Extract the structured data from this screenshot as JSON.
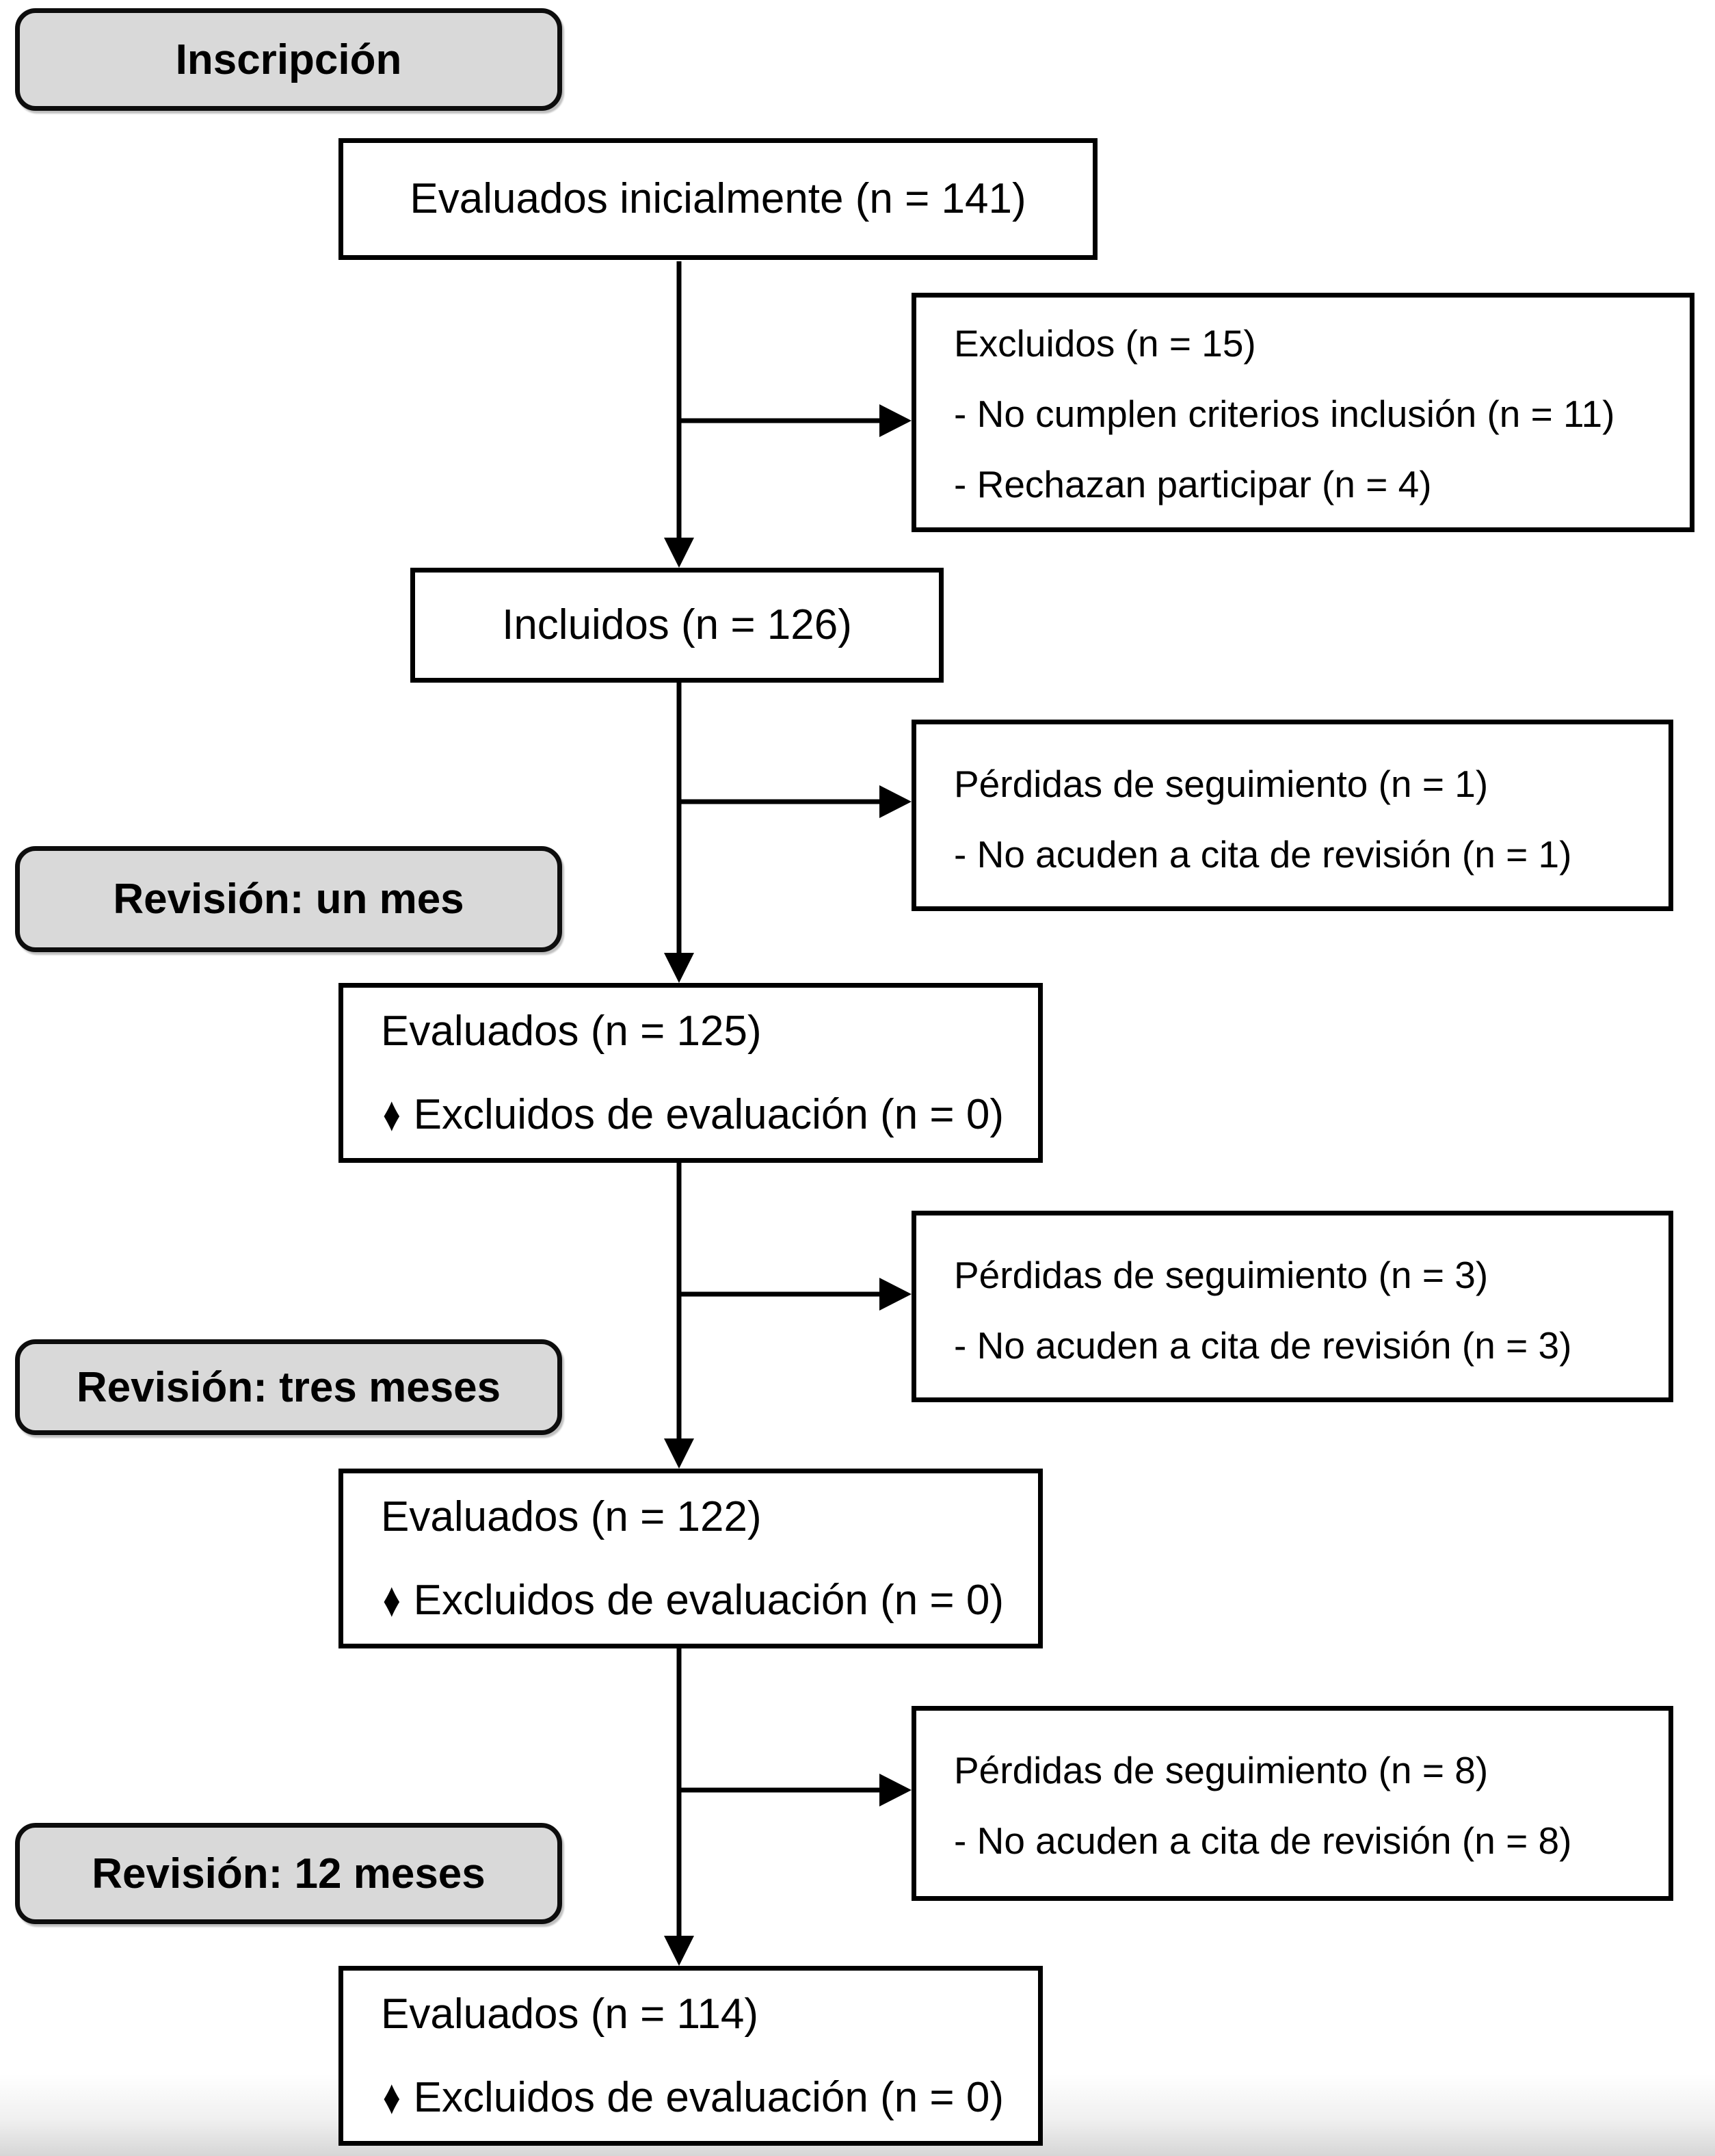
{
  "colors": {
    "page-bg": "#ffffff",
    "box-bg": "#ffffff",
    "box-border": "#000000",
    "stage-bg": "#d9d9d9",
    "stage-border": "#0d0d0d",
    "text": "#000000",
    "connector": "#000000"
  },
  "stages": [
    {
      "label": "Inscripción"
    },
    {
      "label": "Revisión: un mes"
    },
    {
      "label": "Revisión: tres meses"
    },
    {
      "label": "Revisión: 12 meses"
    }
  ],
  "boxes": {
    "initial": {
      "text": "Evaluados inicialmente (n = 141)"
    },
    "excluded": {
      "lines": [
        "Excluidos (n = 15)",
        "- No cumplen criterios inclusión (n = 11)",
        "- Rechazan participar (n = 4)"
      ]
    },
    "included": {
      "text": "Incluidos (n = 126)"
    },
    "lost_1m": {
      "lines": [
        "Pérdidas de seguimiento (n = 1)",
        "- No acuden a cita de revisión (n = 1)"
      ]
    },
    "eval_1m": {
      "line1": "Evaluados (n = 125)",
      "bullet": "♦",
      "line2": "Excluidos de evaluación (n = 0)"
    },
    "lost_3m": {
      "lines": [
        "Pérdidas de seguimiento (n = 3)",
        "- No acuden a cita de revisión (n = 3)"
      ]
    },
    "eval_3m": {
      "line1": "Evaluados (n = 122)",
      "bullet": "♦",
      "line2": "Excluidos de evaluación (n = 0)"
    },
    "lost_12m": {
      "lines": [
        "Pérdidas de seguimiento (n = 8)",
        "- No acuden a cita de revisión (n = 8)"
      ]
    },
    "eval_12m": {
      "line1": "Evaluados (n = 114)",
      "bullet": "♦",
      "line2": "Excluidos de evaluación (n = 0)"
    }
  }
}
